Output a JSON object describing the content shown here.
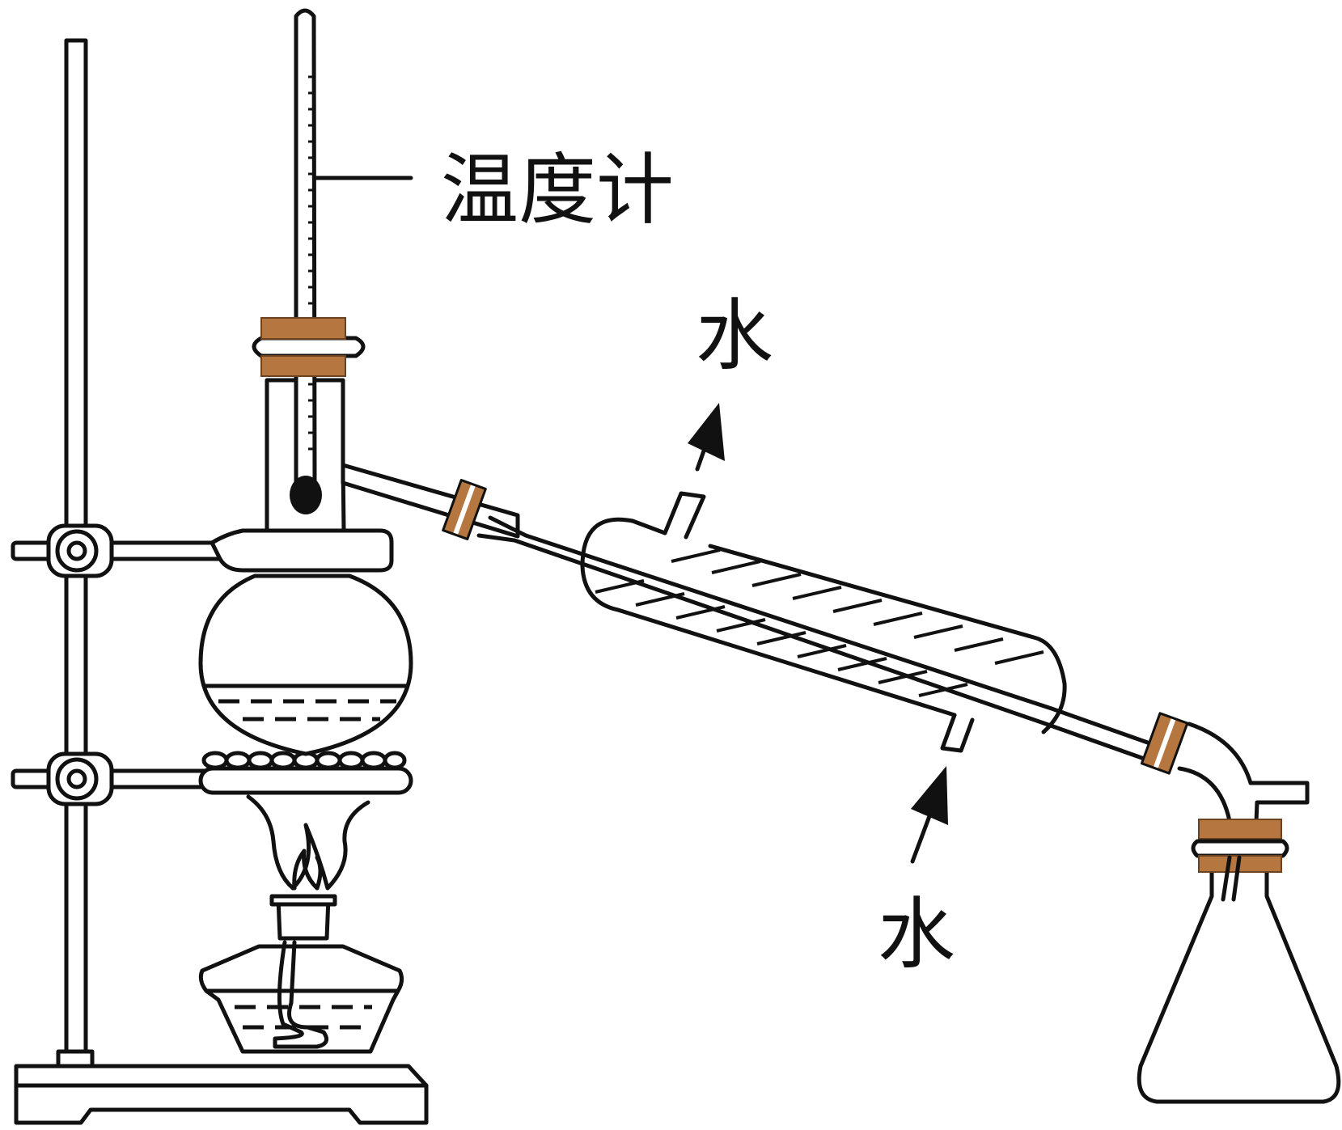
{
  "labels": {
    "thermometer": "温度计",
    "water_out": "水",
    "water_in": "水"
  },
  "colors": {
    "cork": "#B5773F",
    "line": "#111111",
    "background": "#FFFFFF"
  }
}
